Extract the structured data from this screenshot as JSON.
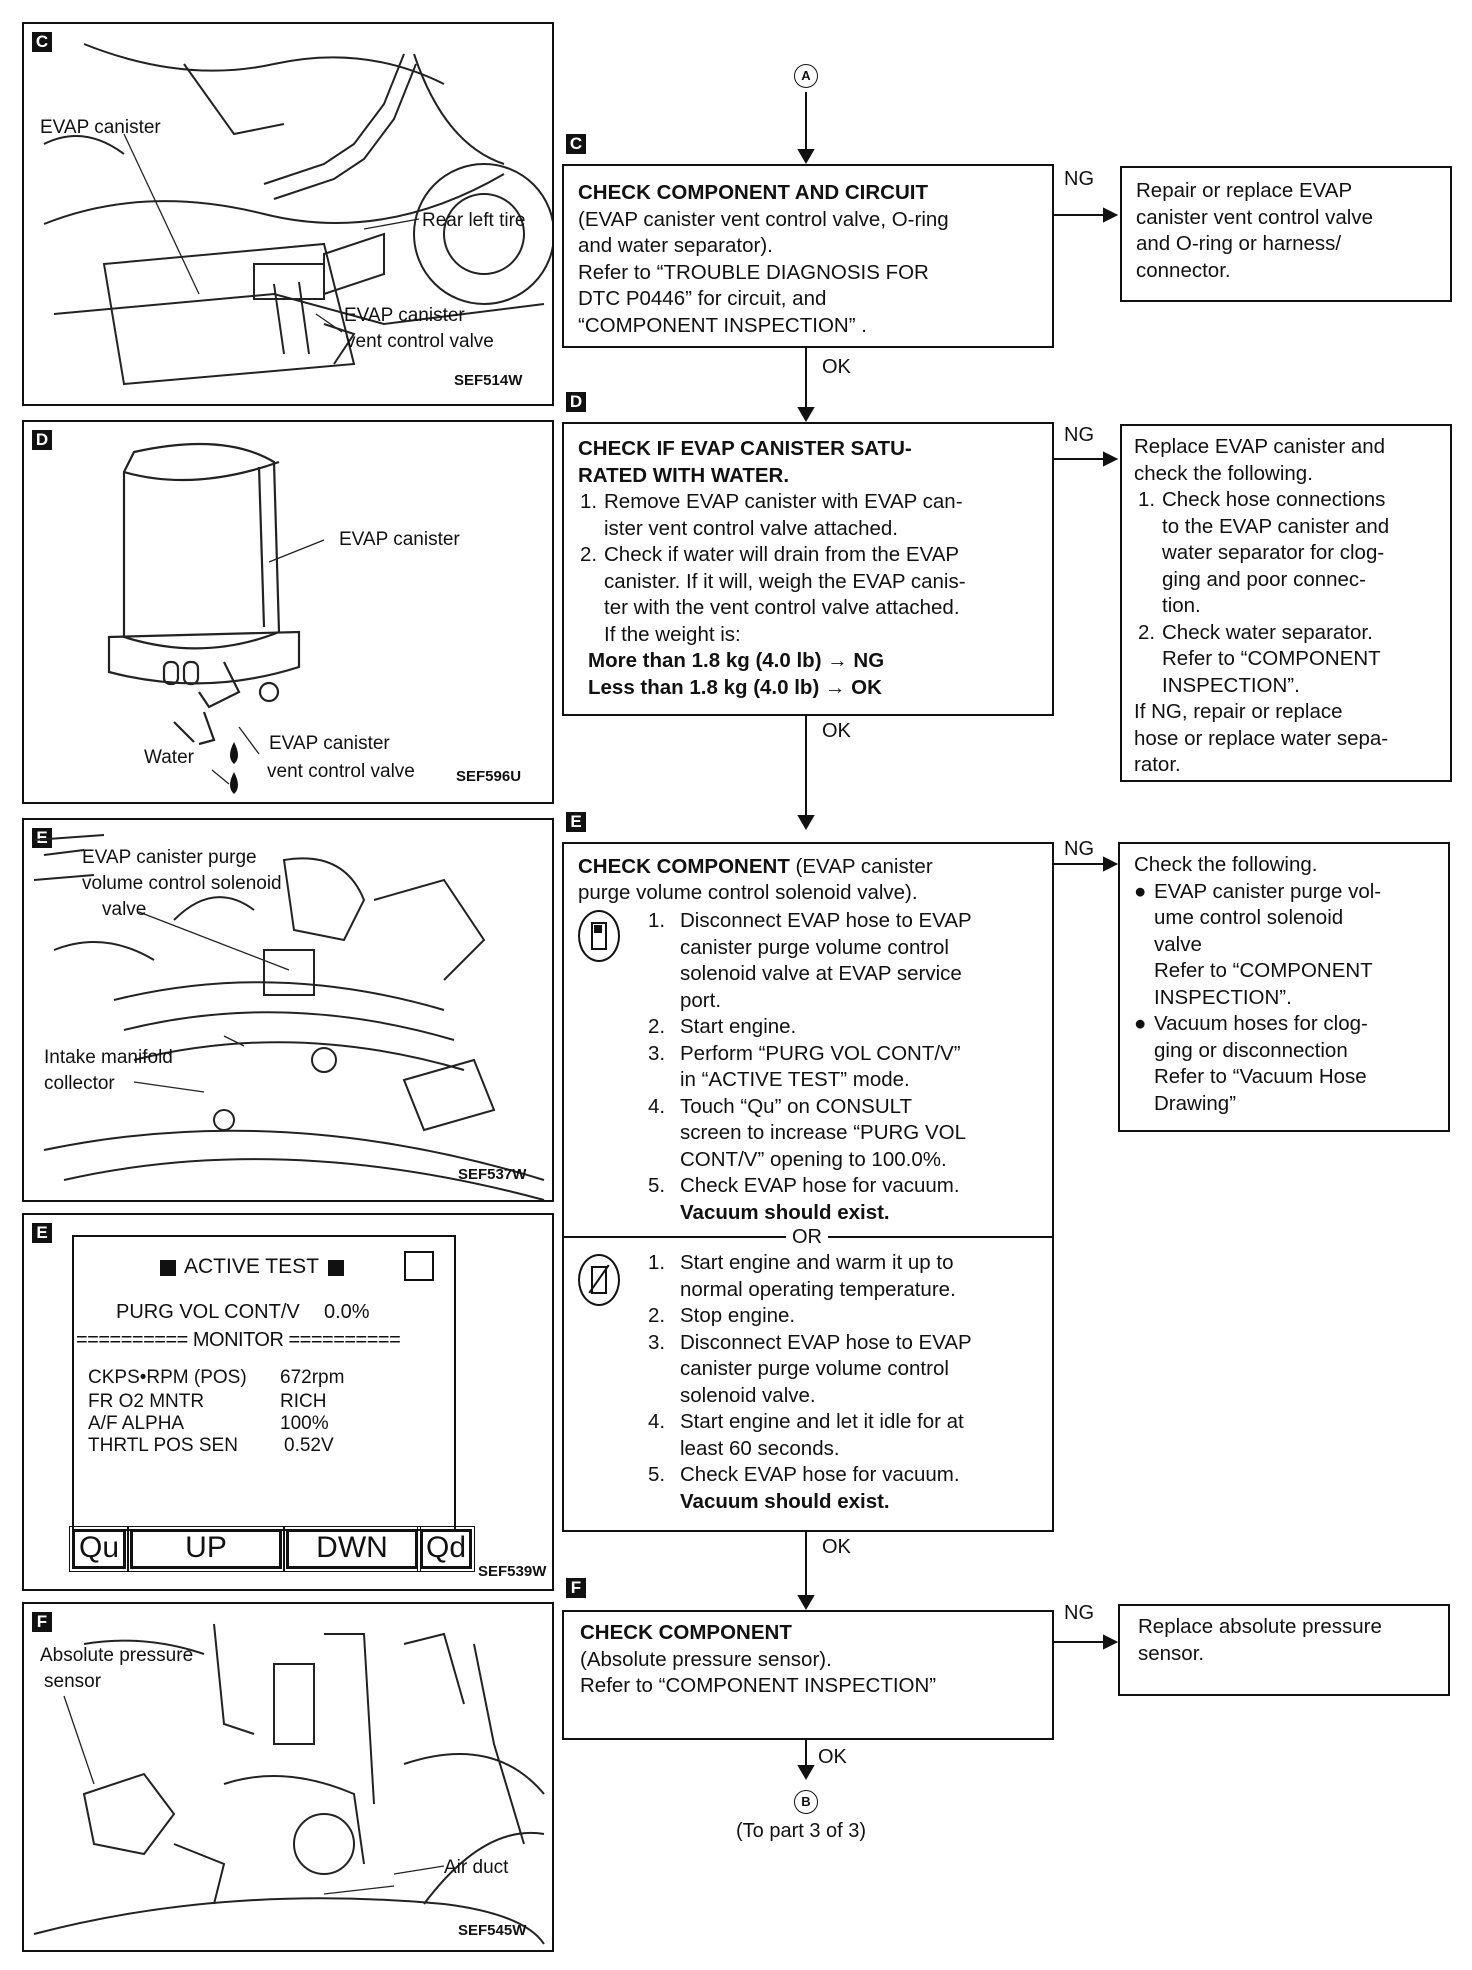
{
  "figures": {
    "c": {
      "badge": "C",
      "labels": [
        "EVAP canister",
        "Rear left tire",
        "EVAP canister",
        "vent control valve"
      ],
      "code": "SEF514W"
    },
    "d": {
      "badge": "D",
      "labels": [
        "EVAP canister",
        "EVAP canister",
        "vent control valve",
        "Water"
      ],
      "code": "SEF596U"
    },
    "e": {
      "badge": "E",
      "labels": [
        "EVAP canister purge",
        "volume control solenoid",
        "valve",
        "Intake manifold",
        "collector"
      ],
      "code": "SEF537W"
    },
    "e2": {
      "badge": "E",
      "code": "SEF539W",
      "screen": {
        "title": "ACTIVE TEST",
        "purg_label": "PURG VOL CONT/V",
        "purg_value": "0.0%",
        "monitor": "========== MONITOR ==========",
        "rows": [
          {
            "name": "CKPS•RPM (POS)",
            "value": "672rpm"
          },
          {
            "name": "FR O2 MNTR",
            "value": "RICH"
          },
          {
            "name": "A/F ALPHA",
            "value": "100%"
          },
          {
            "name": "THRTL POS SEN",
            "value": "0.52V"
          }
        ],
        "buttons": [
          "Qu",
          "UP",
          "DWN",
          "Qd"
        ]
      }
    },
    "f": {
      "badge": "F",
      "labels": [
        "Absolute pressure",
        "sensor",
        "Air duct"
      ],
      "code": "SEF545W"
    }
  },
  "flow": {
    "connector_top": "A",
    "connector_bottom": "B",
    "bottom_note": "(To part 3 of 3)",
    "ng": "NG",
    "ok": "OK",
    "step_c": {
      "badge": "C",
      "title": "CHECK COMPONENT AND CIRCUIT",
      "lines": [
        "(EVAP canister vent control valve, O-ring",
        "and water separator).",
        "Refer to “TROUBLE DIAGNOSIS FOR",
        "DTC P0446” for circuit, and",
        "“COMPONENT INSPECTION” ."
      ],
      "ng_lines": [
        "Repair or replace EVAP",
        "canister vent control valve",
        "and O-ring or harness/",
        "connector."
      ]
    },
    "step_d": {
      "badge": "D",
      "title_lines": [
        "CHECK IF EVAP CANISTER SATU-",
        "RATED WITH WATER."
      ],
      "steps": [
        {
          "num": "1.",
          "lines": [
            "Remove EVAP canister with EVAP can-",
            "ister vent control valve attached."
          ]
        },
        {
          "num": "2.",
          "lines": [
            "Check if water will drain from the EVAP",
            "canister. If it will, weigh the EVAP canis-",
            "ter with the vent control valve attached.",
            "If the weight is:"
          ]
        }
      ],
      "result_1": "More than 1.8 kg (4.0 lb) → NG",
      "result_2": "Less than 1.8 kg (4.0 lb) → OK",
      "ng_intro": [
        "Replace EVAP canister and",
        "check the following."
      ],
      "ng_steps": [
        {
          "num": "1.",
          "lines": [
            "Check hose connections",
            "to the EVAP canister and",
            "water separator for clog-",
            "ging and poor connec-",
            "tion."
          ]
        },
        {
          "num": "2.",
          "lines": [
            "Check water separator.",
            "Refer to “COMPONENT",
            "INSPECTION”."
          ]
        }
      ],
      "ng_outro": [
        "If NG, repair or replace",
        "hose or replace water sepa-",
        "rator."
      ]
    },
    "step_e": {
      "badge": "E",
      "title": "CHECK COMPONENT",
      "title_rest": " (EVAP canister",
      "title_line2": "purge volume control solenoid valve).",
      "with_steps": [
        {
          "num": "1.",
          "lines": [
            "Disconnect EVAP hose to EVAP",
            "canister purge volume control",
            "solenoid valve at EVAP service",
            "port."
          ]
        },
        {
          "num": "2.",
          "lines": [
            "Start engine."
          ]
        },
        {
          "num": "3.",
          "lines": [
            "Perform “PURG VOL CONT/V”",
            "in “ACTIVE TEST” mode."
          ]
        },
        {
          "num": "4.",
          "lines": [
            "Touch “Qu” on CONSULT",
            "screen to increase “PURG VOL",
            "CONT/V” opening to 100.0%."
          ]
        },
        {
          "num": "5.",
          "lines": [
            "Check EVAP hose for vacuum."
          ]
        }
      ],
      "vacuum": "Vacuum should exist.",
      "or": "OR",
      "without_steps": [
        {
          "num": "1.",
          "lines": [
            "Start engine and warm it up to",
            "normal operating temperature."
          ]
        },
        {
          "num": "2.",
          "lines": [
            "Stop engine."
          ]
        },
        {
          "num": "3.",
          "lines": [
            "Disconnect EVAP hose to EVAP",
            "canister purge volume control",
            "solenoid valve."
          ]
        },
        {
          "num": "4.",
          "lines": [
            "Start engine and let it idle for at",
            "least 60 seconds."
          ]
        },
        {
          "num": "5.",
          "lines": [
            "Check EVAP hose for vacuum."
          ]
        }
      ],
      "ng_intro": "Check the following.",
      "ng_bullets": [
        {
          "lines": [
            "EVAP canister purge vol-",
            "ume control solenoid",
            "valve",
            "Refer to “COMPONENT",
            "INSPECTION”."
          ]
        },
        {
          "lines": [
            "Vacuum hoses for clog-",
            "ging or disconnection",
            "Refer to “Vacuum Hose",
            "Drawing”"
          ]
        }
      ]
    },
    "step_f": {
      "badge": "F",
      "title": "CHECK COMPONENT",
      "lines": [
        "(Absolute pressure sensor).",
        "Refer to “COMPONENT INSPECTION”"
      ],
      "ng_lines": [
        "Replace absolute pressure",
        "sensor."
      ]
    }
  }
}
